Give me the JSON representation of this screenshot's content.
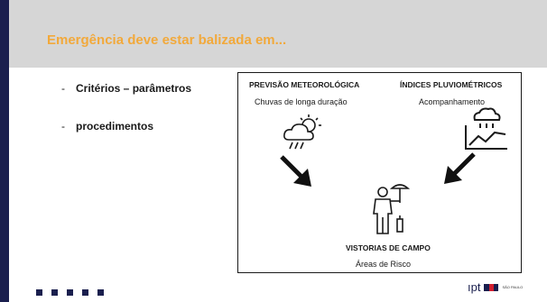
{
  "slide": {
    "title": "Emergência deve estar balizada em..."
  },
  "bullets": [
    {
      "dash": "-",
      "text": "Critérios – parâmetros"
    },
    {
      "dash": "-",
      "text": "procedimentos"
    }
  ],
  "diagram": {
    "forecast": {
      "title": "PREVISÃO METEOROLÓGICA",
      "subtitle": "Chuvas de longa duração",
      "icon": "rain-sun-cloud-icon"
    },
    "rain_index": {
      "title": "ÍNDICES PLUVIOMÉTRICOS",
      "subtitle": "Acompanhamento",
      "icon": "rain-gauge-chart-icon"
    },
    "field": {
      "title": "VISTORIAS DE CAMPO",
      "subtitle": "Áreas de Risco",
      "icon": "field-inspector-umbrella-icon"
    }
  },
  "footer": {
    "logo_text": "ıpt",
    "seal_text": "SÃO PAULO"
  },
  "colors": {
    "title": "#f2a93b",
    "band": "#d6d6d6",
    "navy": "#1a1f4e"
  }
}
